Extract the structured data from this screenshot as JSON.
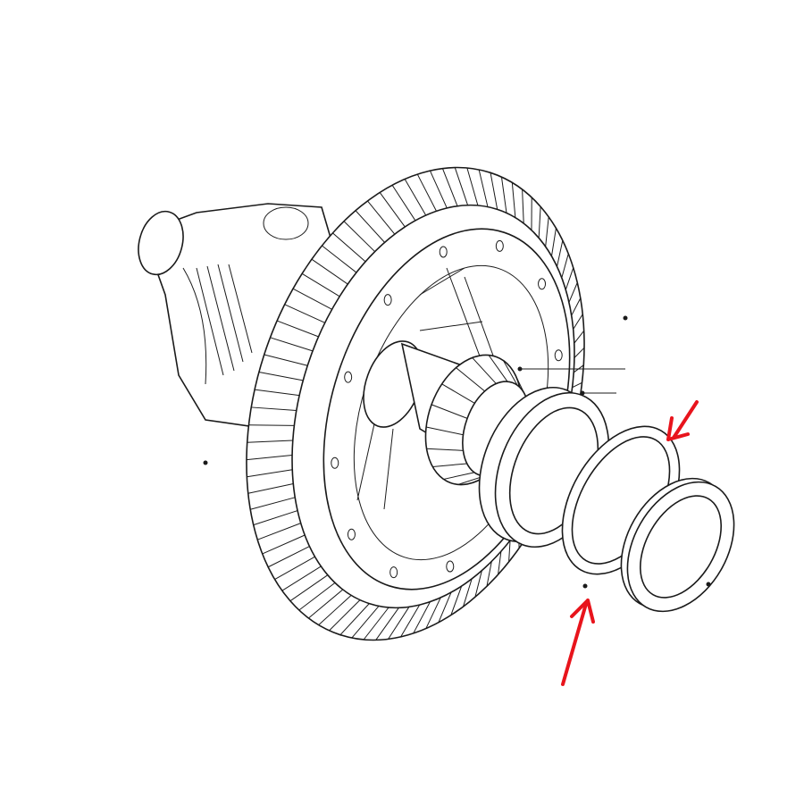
{
  "diagram": {
    "subject": "differential-assembly-exploded-view",
    "line_color": "#1a1a1a",
    "background": "#ffffff",
    "gear_teeth": 84,
    "annotations": [
      {
        "type": "arrow",
        "color": "#e8141c",
        "points_to": "shim-ring-upper"
      },
      {
        "type": "arrow",
        "color": "#e8141c",
        "points_to": "shim-ring-lower"
      }
    ]
  }
}
